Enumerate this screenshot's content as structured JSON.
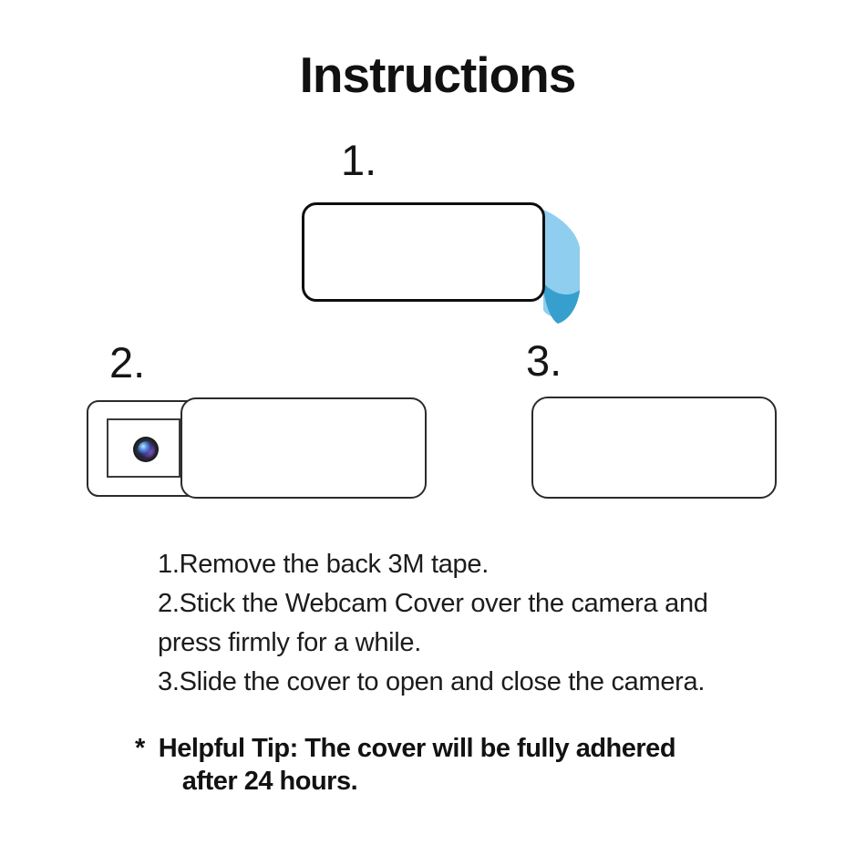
{
  "title": "Instructions",
  "steps": {
    "step1": {
      "label": "1."
    },
    "step2": {
      "label": "2."
    },
    "step3": {
      "label": "3."
    }
  },
  "instructions": {
    "lines": [
      "1.Remove the back 3M tape.",
      "2.Stick the Webcam Cover over the camera and",
      "press firmly for a while.",
      "3.Slide the cover to open and close the camera."
    ]
  },
  "tip": {
    "bullet": "*",
    "line1": "Helpful Tip: The cover will be fully adhered",
    "line2": "after 24 hours."
  },
  "colors": {
    "tape_light": "#8FCEEF",
    "tape_dark": "#379FCE",
    "outline_dark": "#0e0e0e",
    "outline_gray": "#2b2b2b"
  }
}
